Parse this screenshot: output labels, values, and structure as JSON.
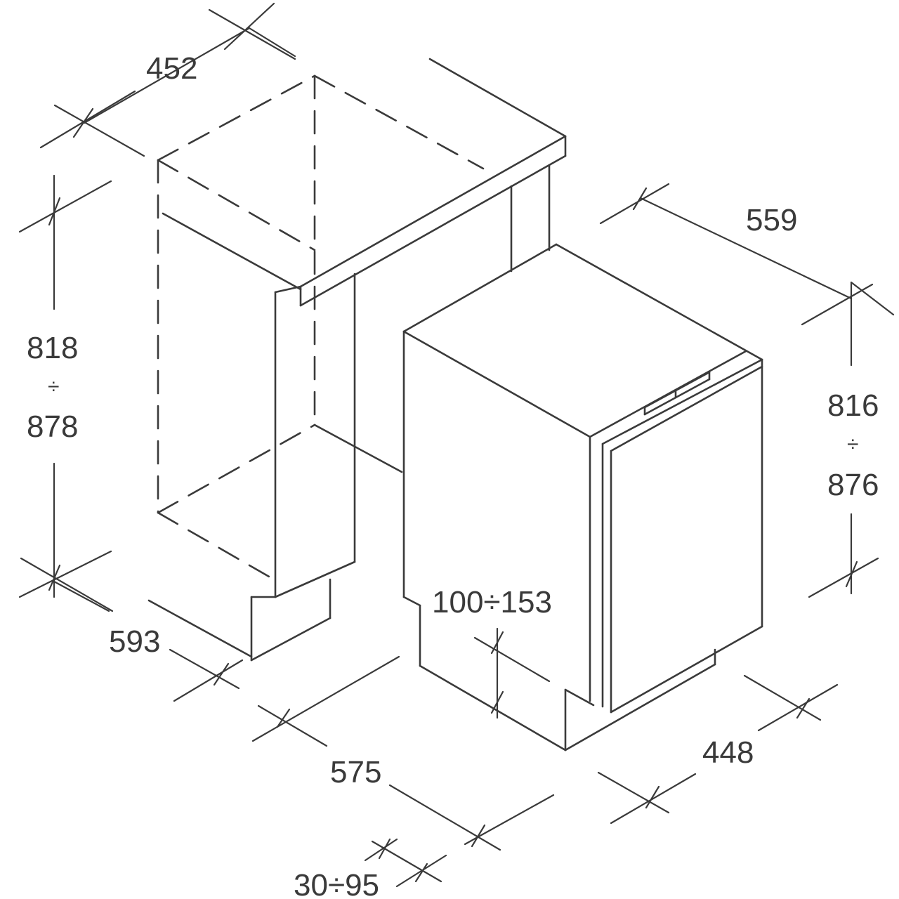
{
  "dimensions": {
    "niche_width": "452",
    "niche_height_min": "818",
    "niche_height_sep": "÷",
    "niche_height_max": "878",
    "niche_depth": "593",
    "appliance_depth": "559",
    "appliance_height_min": "816",
    "appliance_height_sep": "÷",
    "appliance_height_max": "876",
    "plinth_height": "100÷153",
    "appliance_body_depth": "575",
    "appliance_width": "448",
    "door_offset": "30÷95"
  },
  "colors": {
    "line": "#3a3a3a",
    "background": "#ffffff"
  }
}
